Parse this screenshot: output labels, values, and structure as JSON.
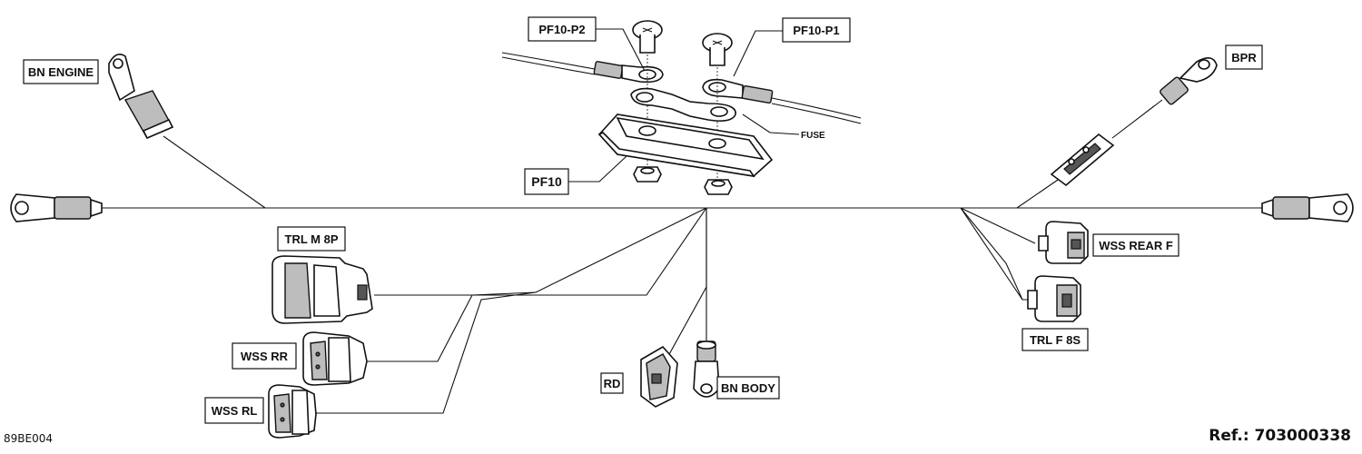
{
  "labels": {
    "bn_engine": "BN ENGINE",
    "pf10_p2": "PF10-P2",
    "pf10_p1": "PF10-P1",
    "fuse": "FUSE",
    "pf10": "PF10",
    "bpr": "BPR",
    "trl_m_8p": "TRL M 8P",
    "wss_rr": "WSS RR",
    "wss_rl": "WSS RL",
    "rd": "RD",
    "bn_body": "BN BODY",
    "wss_rear_f": "WSS REAR F",
    "trl_f_8s": "TRL F 8S"
  },
  "footer": {
    "drawing_id": "89BE004",
    "ref": "Ref.: 703000338"
  }
}
